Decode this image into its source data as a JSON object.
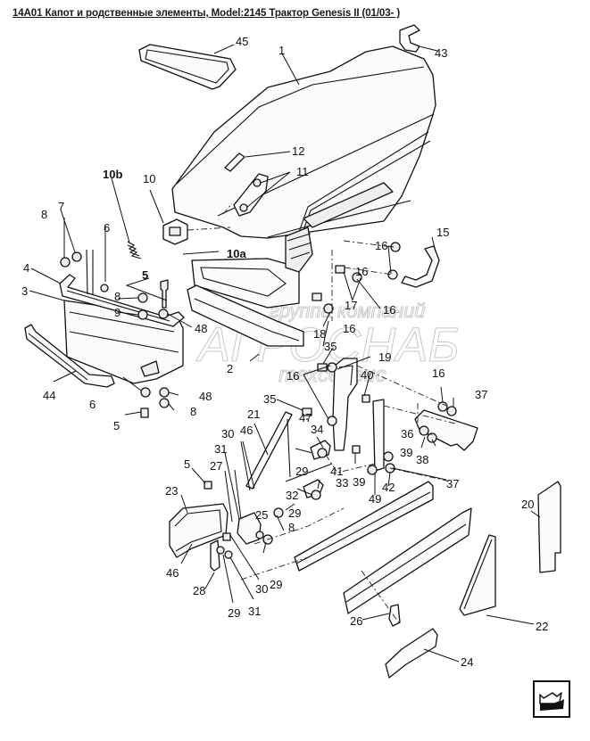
{
  "page": {
    "title": "14A01 Капот и родственные элементы, Model:2145 Трактор Genesis II (01/03- )"
  },
  "watermark": {
    "line1": "группа компаний",
    "line2": "АГРОСНАБ",
    "line3": "техсервис"
  },
  "diagram": {
    "callouts": [
      {
        "id": "1",
        "label": "1"
      },
      {
        "id": "2",
        "label": "2"
      },
      {
        "id": "3",
        "label": "3"
      },
      {
        "id": "4",
        "label": "4"
      },
      {
        "id": "5a",
        "label": "5"
      },
      {
        "id": "5b",
        "label": "5"
      },
      {
        "id": "5c",
        "label": "5"
      },
      {
        "id": "6a",
        "label": "6"
      },
      {
        "id": "6b",
        "label": "6"
      },
      {
        "id": "7",
        "label": "7"
      },
      {
        "id": "8a",
        "label": "8"
      },
      {
        "id": "8b",
        "label": "8"
      },
      {
        "id": "8c",
        "label": "8"
      },
      {
        "id": "8d",
        "label": "8"
      },
      {
        "id": "9",
        "label": "9"
      },
      {
        "id": "10",
        "label": "10"
      },
      {
        "id": "10a",
        "label": "10a"
      },
      {
        "id": "10b",
        "label": "10b"
      },
      {
        "id": "11",
        "label": "11"
      },
      {
        "id": "12",
        "label": "12"
      },
      {
        "id": "15",
        "label": "15"
      },
      {
        "id": "16a",
        "label": "16"
      },
      {
        "id": "16b",
        "label": "16"
      },
      {
        "id": "16c",
        "label": "16"
      },
      {
        "id": "16d",
        "label": "16"
      },
      {
        "id": "16e",
        "label": "16"
      },
      {
        "id": "16f",
        "label": "16"
      },
      {
        "id": "17",
        "label": "17"
      },
      {
        "id": "18",
        "label": "18"
      },
      {
        "id": "19",
        "label": "19"
      },
      {
        "id": "20",
        "label": "20"
      },
      {
        "id": "21",
        "label": "21"
      },
      {
        "id": "22",
        "label": "22"
      },
      {
        "id": "23",
        "label": "23"
      },
      {
        "id": "24",
        "label": "24"
      },
      {
        "id": "25",
        "label": "25"
      },
      {
        "id": "26",
        "label": "26"
      },
      {
        "id": "27",
        "label": "27"
      },
      {
        "id": "28",
        "label": "28"
      },
      {
        "id": "29a",
        "label": "29"
      },
      {
        "id": "29b",
        "label": "29"
      },
      {
        "id": "29c",
        "label": "29"
      },
      {
        "id": "29d",
        "label": "29"
      },
      {
        "id": "30a",
        "label": "30"
      },
      {
        "id": "30b",
        "label": "30"
      },
      {
        "id": "31a",
        "label": "31"
      },
      {
        "id": "31b",
        "label": "31"
      },
      {
        "id": "32",
        "label": "32"
      },
      {
        "id": "33",
        "label": "33"
      },
      {
        "id": "34",
        "label": "34"
      },
      {
        "id": "35a",
        "label": "35"
      },
      {
        "id": "35b",
        "label": "35"
      },
      {
        "id": "36",
        "label": "36"
      },
      {
        "id": "37a",
        "label": "37"
      },
      {
        "id": "37b",
        "label": "37"
      },
      {
        "id": "38",
        "label": "38"
      },
      {
        "id": "39a",
        "label": "39"
      },
      {
        "id": "39b",
        "label": "39"
      },
      {
        "id": "40",
        "label": "40"
      },
      {
        "id": "41",
        "label": "41"
      },
      {
        "id": "42",
        "label": "42"
      },
      {
        "id": "43",
        "label": "43"
      },
      {
        "id": "44",
        "label": "44"
      },
      {
        "id": "45",
        "label": "45"
      },
      {
        "id": "46a",
        "label": "46"
      },
      {
        "id": "46b",
        "label": "46"
      },
      {
        "id": "47",
        "label": "47"
      },
      {
        "id": "48a",
        "label": "48"
      },
      {
        "id": "48b",
        "label": "48"
      },
      {
        "id": "49",
        "label": "49"
      }
    ]
  },
  "navigation": {
    "back_icon": "back-arrow-icon"
  }
}
